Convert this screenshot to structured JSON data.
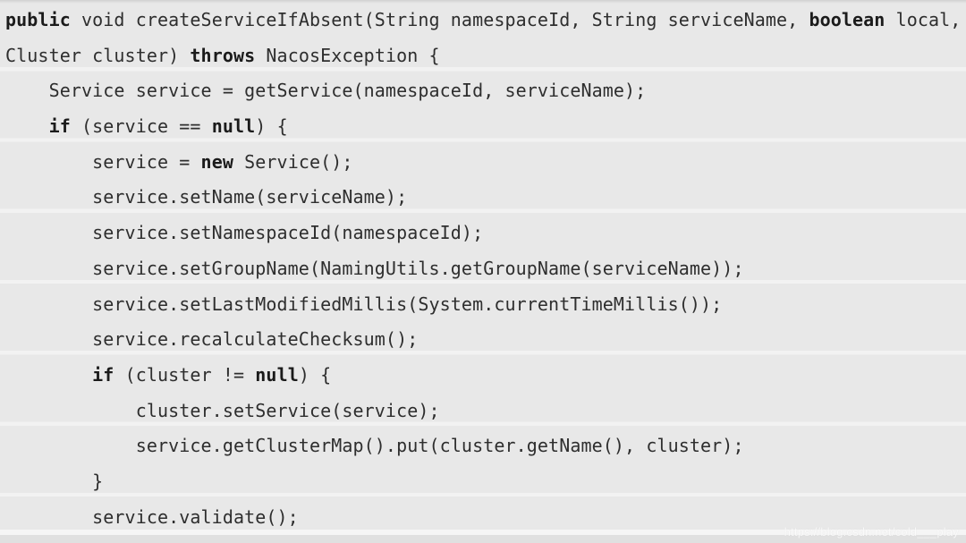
{
  "page": {
    "background_color": "#e8e8e8",
    "text_color": "#2e2e2e",
    "keyword_color": "#1b1b1b"
  },
  "watermark": {
    "text": "https://blog.csdn.net/cold___play"
  },
  "code": {
    "language": "java",
    "lines": [
      [
        {
          "t": "public",
          "b": true
        },
        {
          "t": " void createServiceIfAbsent(String namespaceId, String serviceName, "
        },
        {
          "t": "boolean",
          "b": true
        },
        {
          "t": " local,"
        }
      ],
      [
        {
          "t": "Cluster cluster) "
        },
        {
          "t": "throws",
          "b": true
        },
        {
          "t": " NacosException {"
        }
      ],
      [
        {
          "t": "    Service service = getService(namespaceId, serviceName);"
        }
      ],
      [
        {
          "t": "    "
        },
        {
          "t": "if",
          "b": true
        },
        {
          "t": " (service == "
        },
        {
          "t": "null",
          "b": true
        },
        {
          "t": ") {"
        }
      ],
      [
        {
          "t": "        service = "
        },
        {
          "t": "new",
          "b": true
        },
        {
          "t": " Service();"
        }
      ],
      [
        {
          "t": "        service.setName(serviceName);"
        }
      ],
      [
        {
          "t": "        service.setNamespaceId(namespaceId);"
        }
      ],
      [
        {
          "t": "        service.setGroupName(NamingUtils.getGroupName(serviceName));"
        }
      ],
      [
        {
          "t": "        service.setLastModifiedMillis(System.currentTimeMillis());"
        }
      ],
      [
        {
          "t": "        service.recalculateChecksum();"
        }
      ],
      [
        {
          "t": "        "
        },
        {
          "t": "if",
          "b": true
        },
        {
          "t": " (cluster != "
        },
        {
          "t": "null",
          "b": true
        },
        {
          "t": ") {"
        }
      ],
      [
        {
          "t": "            cluster.setService(service);"
        }
      ],
      [
        {
          "t": "            service.getClusterMap().put(cluster.getName(), cluster);"
        }
      ],
      [
        {
          "t": "        }"
        }
      ],
      [
        {
          "t": "        service.validate();"
        }
      ]
    ]
  }
}
